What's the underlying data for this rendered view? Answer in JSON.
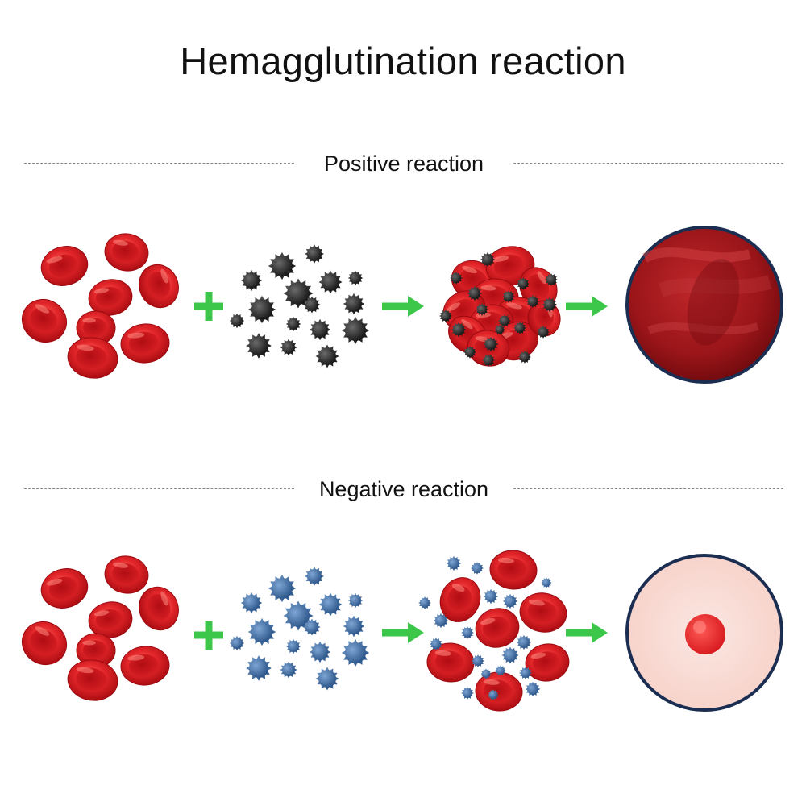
{
  "title": "Hemagglutination reaction",
  "sections": [
    {
      "id": "positive",
      "label": "Positive reaction",
      "agent_color": "#2b2b2b",
      "result_color": "#9d1a1c"
    },
    {
      "id": "negative",
      "label": "Negative reaction",
      "agent_color": "#3b6aa0",
      "result_color": "#f8d6d0"
    }
  ],
  "colors": {
    "rbc": "#d31e22",
    "plus_sign": "#3cc64a",
    "arrow": "#3cc64a",
    "dish_border": "#1b2e52",
    "button_dot": "#e92a2a"
  },
  "icons": [
    "red-blood-cell-icon",
    "plus-icon",
    "virus-particle-icon",
    "arrow-right-icon",
    "agglutinated-cluster-icon",
    "result-well-icon"
  ]
}
